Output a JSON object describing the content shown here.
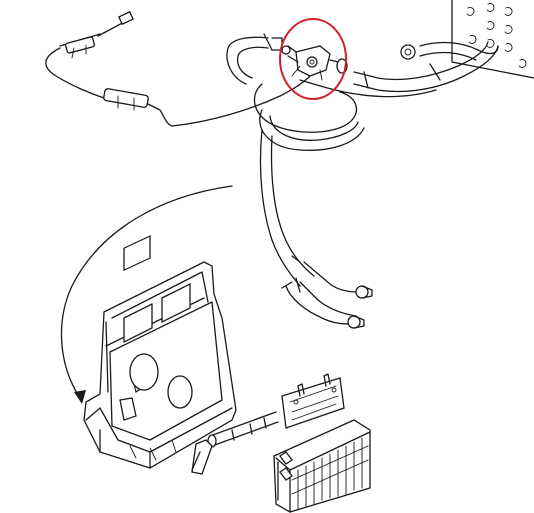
{
  "diagram": {
    "highlight_color": "#d0202a",
    "line_color": "#1a1a1a",
    "background": "#ffffff",
    "components": [
      "heater-control-valve",
      "control-cable",
      "coolant-hoses",
      "hose-clamps",
      "heater-housing",
      "heater-core",
      "bulkhead-panel"
    ]
  }
}
